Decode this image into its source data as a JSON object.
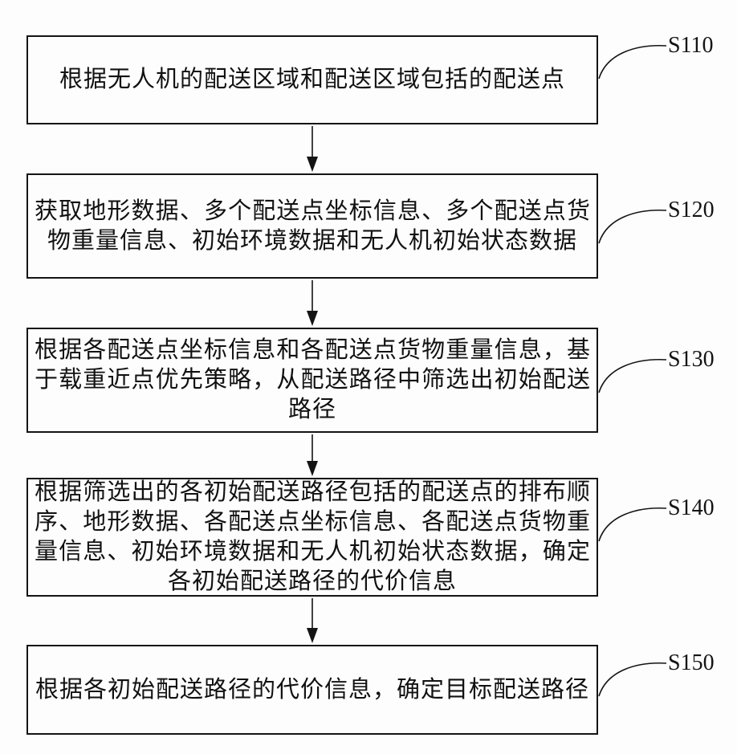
{
  "figure": {
    "kind": "patent-flowchart",
    "background_color": "#fdfdfd",
    "ink_color": "#141414"
  },
  "steps": [
    {
      "label": "S110",
      "lines": [
        "根据无人机的配送区域和配送区域包括的配送点"
      ]
    },
    {
      "label": "S120",
      "lines": [
        "获取地形数据、多个配送点坐标信息、多个配送点货",
        "物重量信息、初始环境数据和无人机初始状态数据"
      ]
    },
    {
      "label": "S130",
      "lines": [
        "根据各配送点坐标信息和各配送点货物重量信息，基",
        "于载重近点优先策略，从配送路径中筛选出初始配送",
        "路径"
      ]
    },
    {
      "label": "S140",
      "lines": [
        "根据筛选出的各初始配送路径包括的配送点的排布顺",
        "序、地形数据、各配送点坐标信息、各配送点货物重",
        "量信息、初始环境数据和无人机初始状态数据，确定",
        "各初始配送路径的代价信息"
      ]
    },
    {
      "label": "S150",
      "lines": [
        "根据各初始配送路径的代价信息，确定目标配送路径"
      ]
    }
  ]
}
